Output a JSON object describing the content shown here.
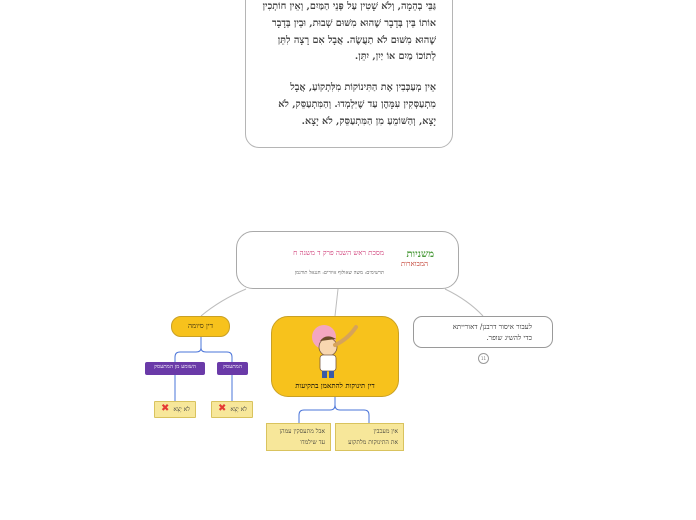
{
  "text_card": {
    "paragraph_1": "גַּבֵּי בְהֵמָה, וְלֹא שָׁטִין עַל פְּנֵי הַמַּיִם, וְאֵין חוֹתְכִין אוֹתוֹ בֵּין בְּדָבָר שֶׁהוּא מִשּׁוּם שְׁבוּת, וּבֵין בְּדָבָר שֶׁהוּא מִשּׁוּם לֹא תַעֲשֶׂה. אֲבָל אִם רָצָה לִתֵּן לְתוֹכוֹ מַיִם אוֹ יַיִן, יִתֵּן.",
    "paragraph_2": "אֵין מְעַכְּבִין אֶת הַתִּינוֹקוֹת מִלִּתְקוֹעַ, אֲבָל מִתְעַסְּקִין עִמָּהֶן עַד שֶׁיִּלְמְדוּ. וְהַמִּתְעַסֵּק, לֹא יָצָא, וְהַשּׁוֹמֵעַ מִן הַמִּתְעַסֵּק, לֹא יָצָא."
  },
  "central": {
    "logo_line1": "משניות",
    "logo_line2": "המבוארות",
    "title": "מסכת ראש השנה פרק ד משנה ח",
    "credits": "תרשימים: משה שאולוף   איורים: חננאל תורגמן"
  },
  "nodes": {
    "siyum": "דין סיומה",
    "main": "דין תינוקות להתאמן בתקיעות",
    "side_line1": "לעבור איסור דרבנן/ דאורייתא",
    "side_line2": "כדי להשיג שופר.",
    "side_counter": "11",
    "mitasek": "המתעסק",
    "shoneg": "השומע מן המתעסק",
    "result_1": "לא יָצָא",
    "result_2": "לא יָצָא",
    "child_1_line1": "אין מעכבין",
    "child_1_line2": "את התינוקות מלתקוע",
    "child_2_line1": "אבל מתעסקין עמהן",
    "child_2_line2": "עד שילמדו"
  },
  "icons": {
    "fail": "cross-icon",
    "illustration": "child-with-shofar-illustration"
  },
  "colors": {
    "yellow": "#f7c21c",
    "purple": "#6a3aa8",
    "pink_title": "#d0407a",
    "result_fill": "#f7e79a",
    "cross": "#e53935"
  }
}
